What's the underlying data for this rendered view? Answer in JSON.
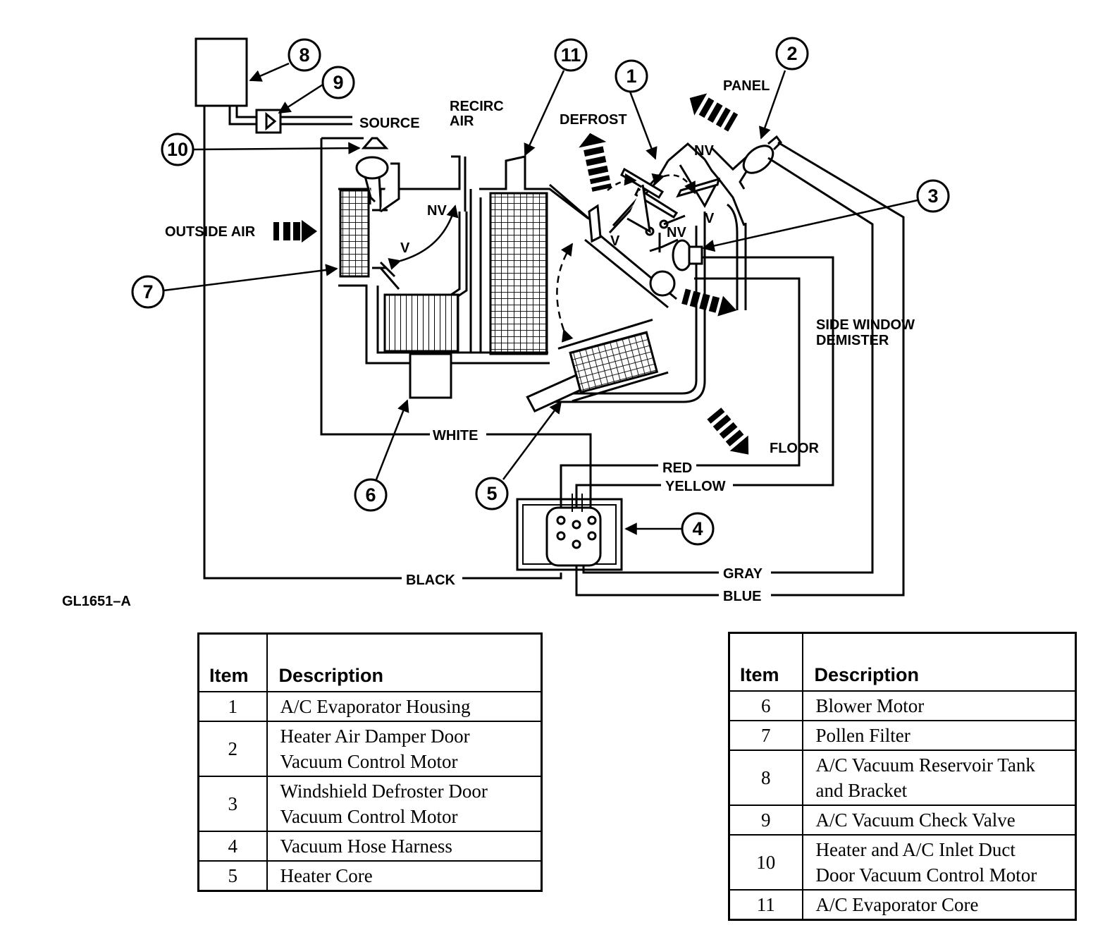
{
  "diagram": {
    "figure_id": "GL1651–A",
    "callouts": [
      "1",
      "2",
      "3",
      "4",
      "5",
      "6",
      "7",
      "8",
      "9",
      "10",
      "11"
    ],
    "labels": {
      "source": "SOURCE",
      "recirc_air_1": "RECIRC",
      "recirc_air_2": "AIR",
      "defrost": "DEFROST",
      "panel": "PANEL",
      "outside_air": "OUTSIDE AIR",
      "side_window_1": "SIDE WINDOW",
      "side_window_2": "DEMISTER",
      "floor": "FLOOR",
      "nv": "NV",
      "v": "V"
    },
    "hoses": {
      "white": "WHITE",
      "red": "RED",
      "yellow": "YELLOW",
      "gray": "GRAY",
      "black": "BLACK",
      "blue": "BLUE"
    }
  },
  "legend_headers": {
    "item": "Item",
    "description": "Description"
  },
  "legend_left": [
    {
      "item": "1",
      "description": [
        "A/C Evaporator Housing"
      ]
    },
    {
      "item": "2",
      "description": [
        "Heater Air Damper Door",
        "Vacuum Control Motor"
      ]
    },
    {
      "item": "3",
      "description": [
        "Windshield Defroster Door",
        "Vacuum Control Motor"
      ]
    },
    {
      "item": "4",
      "description": [
        "Vacuum Hose Harness"
      ]
    },
    {
      "item": "5",
      "description": [
        "Heater Core"
      ]
    }
  ],
  "legend_right": [
    {
      "item": "6",
      "description": [
        "Blower Motor"
      ]
    },
    {
      "item": "7",
      "description": [
        "Pollen Filter"
      ]
    },
    {
      "item": "8",
      "description": [
        "A/C Vacuum Reservoir Tank",
        "and Bracket"
      ]
    },
    {
      "item": "9",
      "description": [
        "A/C Vacuum Check Valve"
      ]
    },
    {
      "item": "10",
      "description": [
        "Heater and A/C Inlet Duct",
        "Door Vacuum Control Motor"
      ]
    },
    {
      "item": "11",
      "description": [
        "A/C Evaporator Core"
      ]
    }
  ]
}
